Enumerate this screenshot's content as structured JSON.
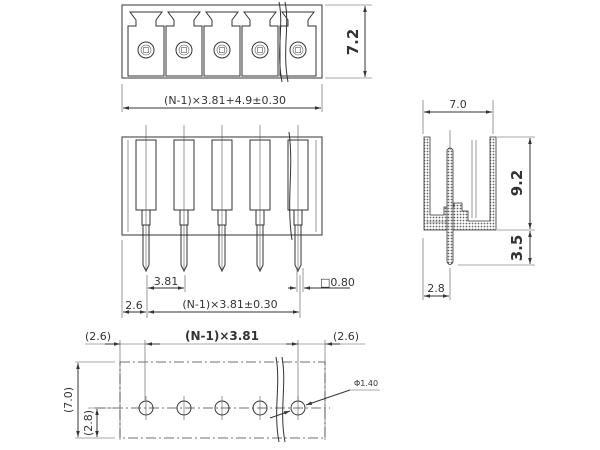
{
  "top_view": {
    "height_dim": "7.2",
    "width_dim": "(N-1)×3.81+4.9±0.30"
  },
  "front_view": {
    "pitch_dim": "3.81",
    "edge_dim": "2.6",
    "span_dim": "(N-1)×3.81±0.30",
    "pin_dim": "□0.80"
  },
  "side_view": {
    "width_dim": "7.0",
    "body_height_dim": "9.2",
    "pin_length_dim": "3.5",
    "pin_offset_dim": "2.8"
  },
  "pcb_layout": {
    "left_edge_dim": "(2.6)",
    "span_dim": "(N-1)×3.81",
    "right_edge_dim": "(2.6)",
    "hole_dim": "Φ1.40",
    "depth_dim": "(7.0)",
    "row_offset_dim": "(2.8)"
  },
  "pole_count_shown": 5
}
